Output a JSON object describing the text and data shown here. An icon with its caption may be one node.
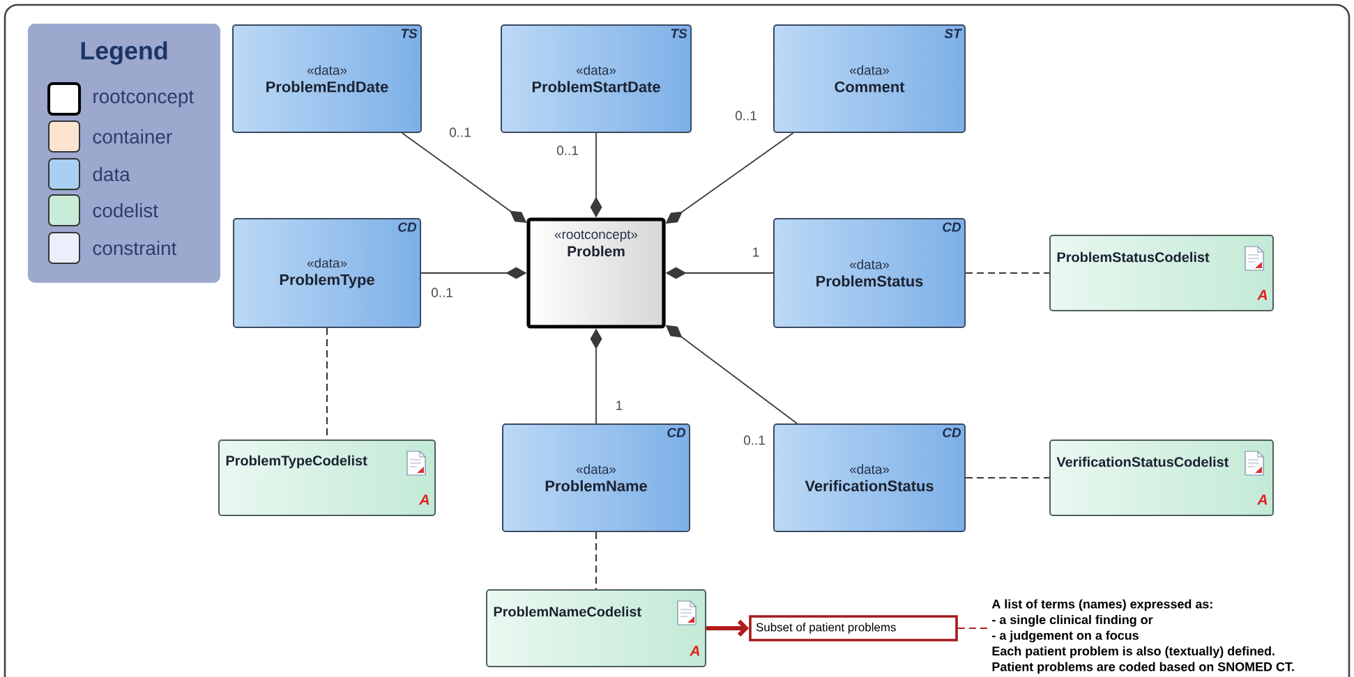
{
  "diagram": {
    "nodes": [
      {
        "text": [
          "«data»",
          "ProblemEndDate",
          "TS"
        ]
      },
      {
        "text": [
          "«data»",
          "ProblemStartDate",
          "TS"
        ]
      },
      {
        "text": [
          "«data»",
          "Comment",
          "ST"
        ]
      },
      {
        "text": [
          "«data»",
          "ProblemType",
          "CD"
        ]
      },
      {
        "text": [
          "«rootconcept»",
          "Problem"
        ]
      },
      {
        "text": [
          "«data»",
          "ProblemStatus",
          "CD"
        ]
      },
      {
        "text": [
          "ProblemStatusCodelist",
          "A"
        ]
      },
      {
        "text": [
          "ProblemTypeCodelist",
          "A"
        ]
      },
      {
        "text": [
          "«data»",
          "ProblemName",
          "CD"
        ]
      },
      {
        "text": [
          "«data»",
          "VerificationStatus",
          "CD"
        ]
      },
      {
        "text": [
          "VerificationStatusCodelist",
          "A"
        ]
      },
      {
        "text": [
          "ProblemNameCodelist",
          "A"
        ]
      },
      {
        "text": [
          "Subset of patient problems"
        ]
      },
      {
        "text": [
          "A list of terms (names) expressed as:",
          "- a single clinical finding or",
          "- a judgement on a focus",
          "Each patient problem is also (textually) defined.",
          "Patient problems are coded based on SNOMED CT."
        ]
      }
    ],
    "edges": [
      {
        "from": 0,
        "to": 4,
        "arrow": "other",
        "label": "0..1"
      },
      {
        "from": 1,
        "to": 4,
        "arrow": "other",
        "label": "0..1"
      },
      {
        "from": 2,
        "to": 4,
        "arrow": "other",
        "label": "0..1"
      },
      {
        "from": 3,
        "to": 4,
        "arrow": "other",
        "label": "0..1"
      },
      {
        "from": 5,
        "to": 4,
        "arrow": "other",
        "label": "1"
      },
      {
        "from": 8,
        "to": 4,
        "arrow": "other",
        "label": "1"
      },
      {
        "from": 9,
        "to": 4,
        "arrow": "other",
        "label": "0..1"
      },
      {
        "from": 3,
        "to": 7,
        "arrow": "none",
        "style": "dashed"
      },
      {
        "from": 5,
        "to": 6,
        "arrow": "none",
        "style": "dashed"
      },
      {
        "from": 8,
        "to": 11,
        "arrow": "none",
        "style": "dashed"
      },
      {
        "from": 9,
        "to": 10,
        "arrow": "none",
        "style": "dashed"
      },
      {
        "from": 11,
        "to": 12,
        "arrow": "to",
        "style": "thick",
        "color": "#b01c1c"
      },
      {
        "from": 12,
        "to": 13,
        "arrow": "none",
        "style": "dashed",
        "color": "#b01c1c"
      }
    ],
    "labels": [
      "Legend"
    ],
    "legend": [
      {
        "text": "rootconcept",
        "color": "#ffffff"
      },
      {
        "text": "container",
        "color": "#fbe3cf"
      },
      {
        "text": "data",
        "color": "#a9cff3"
      },
      {
        "text": "codelist",
        "color": "#c9ecd9"
      },
      {
        "text": "constraint",
        "color": "#eceefb"
      }
    ]
  }
}
